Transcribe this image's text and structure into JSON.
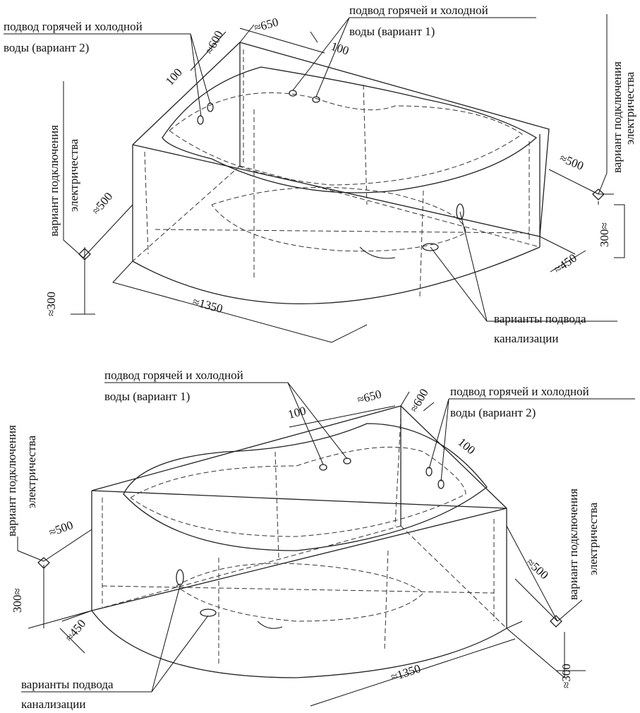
{
  "top_drawing": {
    "water_v2": [
      "подвод горячей и холодной",
      "воды (вариант 2)"
    ],
    "water_v1": [
      "подвод горячей и холодной",
      "воды (вариант 1)"
    ],
    "dim_650": "≈650",
    "dim_600": "≈600",
    "dim_100_left": "100",
    "dim_100_right": "100",
    "electric_right": [
      "вариант подключения",
      "электричества"
    ],
    "dim_500_right": "≈500",
    "dim_300_right": "300≈",
    "dim_450": "≈450",
    "electric_left": [
      "вариант подключения",
      "электричества"
    ],
    "dim_500_left": "≈500",
    "dim_300_left": "≈300",
    "dim_1350": "≈1350",
    "drain": [
      "варианты подвода",
      "канализации"
    ]
  },
  "bottom_drawing": {
    "water_v1": [
      "подвод горячей и холодной",
      "воды (вариант 1)"
    ],
    "water_v2": [
      "подвод горячей и холодной",
      "воды (вариант 2)"
    ],
    "dim_650": "≈650",
    "dim_600": "≈600",
    "dim_100_left": "100",
    "dim_100_right": "100",
    "electric_left": [
      "вариант подключения",
      "электричества"
    ],
    "dim_500_left": "≈500",
    "dim_300_left": "300≈",
    "dim_450": "≈450",
    "electric_right": [
      "вариант подключения",
      "электричества"
    ],
    "dim_500_right": "≈500",
    "dim_1350": "≈1350",
    "dim_300_right": "≈300",
    "drain": [
      "варианты подвода",
      "канализации"
    ]
  }
}
